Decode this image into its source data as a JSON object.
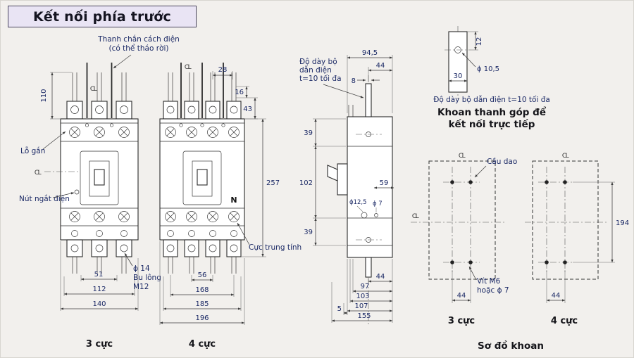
{
  "title": "Kết nối phía trước",
  "sym": {
    "cl": "CL"
  },
  "front3": {
    "caption": "3 cực",
    "barrier_line1": "Thanh chắn cách điện",
    "barrier_line2": "(có thể tháo rời)",
    "mount_hole": "Lỗ gắn",
    "trip_button": "Nút ngắt điện",
    "bolt_line1": "ϕ 14",
    "bolt_line2": "Bu lông",
    "bolt_line3": "M12",
    "dims": {
      "height": "110",
      "w1": "51",
      "w2": "112",
      "w3": "140"
    }
  },
  "front4": {
    "caption": "4 cực",
    "neutral_mark": "N",
    "neutral_label": "Cực trung tính",
    "dims": {
      "d28": "28",
      "d16": "16",
      "d43": "43",
      "d257": "257",
      "d56": "56",
      "d168": "168",
      "d185": "185",
      "d196": "196"
    }
  },
  "side": {
    "thickness_line1": "Độ dày bộ",
    "thickness_line2": "dẫn điện",
    "thickness_line3": "t=10 tối đa",
    "dims": {
      "d945": "94,5",
      "d44top": "44",
      "d8": "8",
      "d39a": "39",
      "d102": "102",
      "d39b": "39",
      "d59": "59",
      "d125": "ϕ12,5",
      "d7": "ϕ 7",
      "d44bot": "44",
      "d97": "97",
      "d103": "103",
      "d107": "107",
      "d5": "5",
      "d155": "155"
    }
  },
  "busbar_detail": {
    "note": "Độ dày bộ dẫn điện t=10 tối đa",
    "heading_line1": "Khoan thanh góp để",
    "heading_line2": "kết nối trực tiếp",
    "dims": {
      "d12": "12",
      "d30": "30",
      "d105": "ϕ 10,5"
    }
  },
  "drill_plan": {
    "breaker_label": "Cầu dao",
    "screw_line1": "Vít M6",
    "screw_line2": "hoặc ϕ 7",
    "caption3": "3 cực",
    "caption4": "4 cực",
    "heading": "Sơ đồ khoan",
    "dims": {
      "d44l": "44",
      "d44r": "44",
      "d194": "194"
    }
  }
}
